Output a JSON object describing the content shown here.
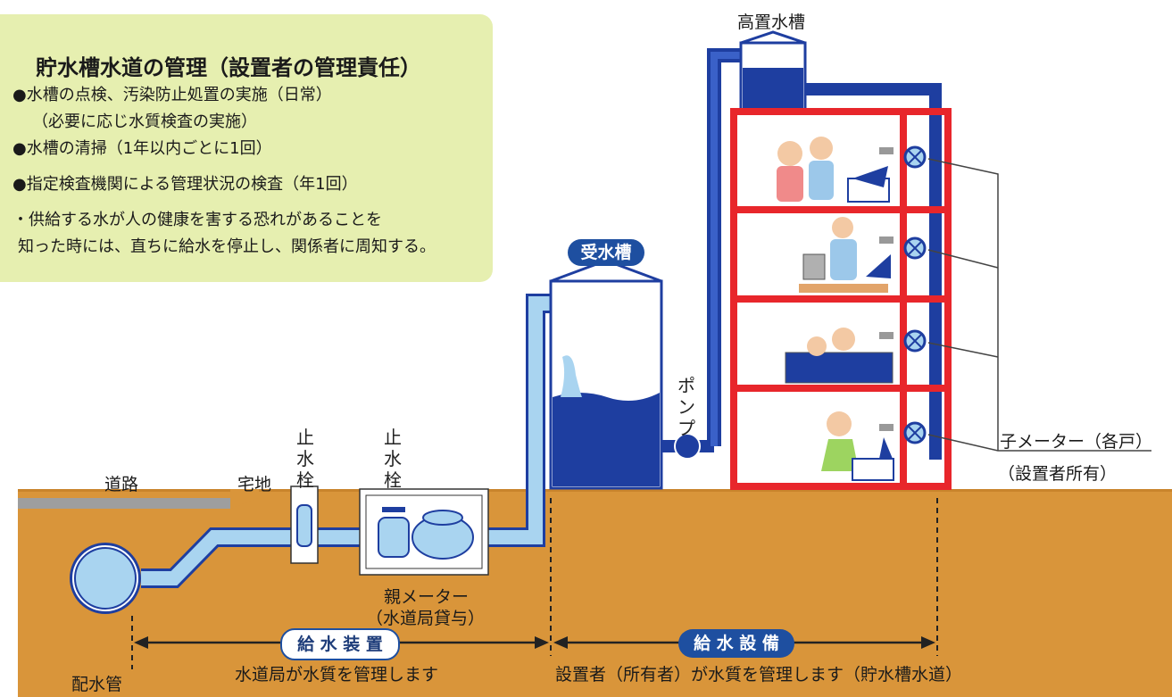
{
  "box": {
    "title": "貯水槽水道の管理（設置者の管理責任）",
    "lines": [
      "●水槽の点検、汚染防止処置の実施（日常）",
      "（必要に応じ水質検査の実施）",
      "●水槽の清掃（1年以内ごとに1回）",
      "●指定検査機関による管理状況の検査（年1回）",
      "・供給する水が人の健康を害する恐れがあることを",
      "知った時には、直ちに給水を停止し、関係者に周知する。"
    ]
  },
  "labels": {
    "elevated_tank": "高置水槽",
    "receiving_tank": "受水槽",
    "pump": "ポンプ",
    "road": "道路",
    "residential": "宅地",
    "stop_valve_1": "止水栓",
    "stop_valve_2": "止水栓",
    "parent_meter": "親メーター",
    "parent_meter_note": "（水道局貸与）",
    "sub_meter": "子メーター（各戸）",
    "sub_meter_note": "（設置者所有）",
    "distribution_pipe": "配水管"
  },
  "sections": {
    "supply_device": "給 水 装 置",
    "supply_device_desc": "水道局が水質を管理します",
    "supply_facility": "給 水 設 備",
    "supply_facility_desc": "設置者（所有者）が水質を管理します（貯水槽水道）"
  },
  "colors": {
    "ground": "#d9953a",
    "building_frame": "#e8262b",
    "water_dark": "#1e3ea0",
    "water_light": "#a9d4f0",
    "pill": "#1e4fa0",
    "info_box": "#e6efb0"
  }
}
